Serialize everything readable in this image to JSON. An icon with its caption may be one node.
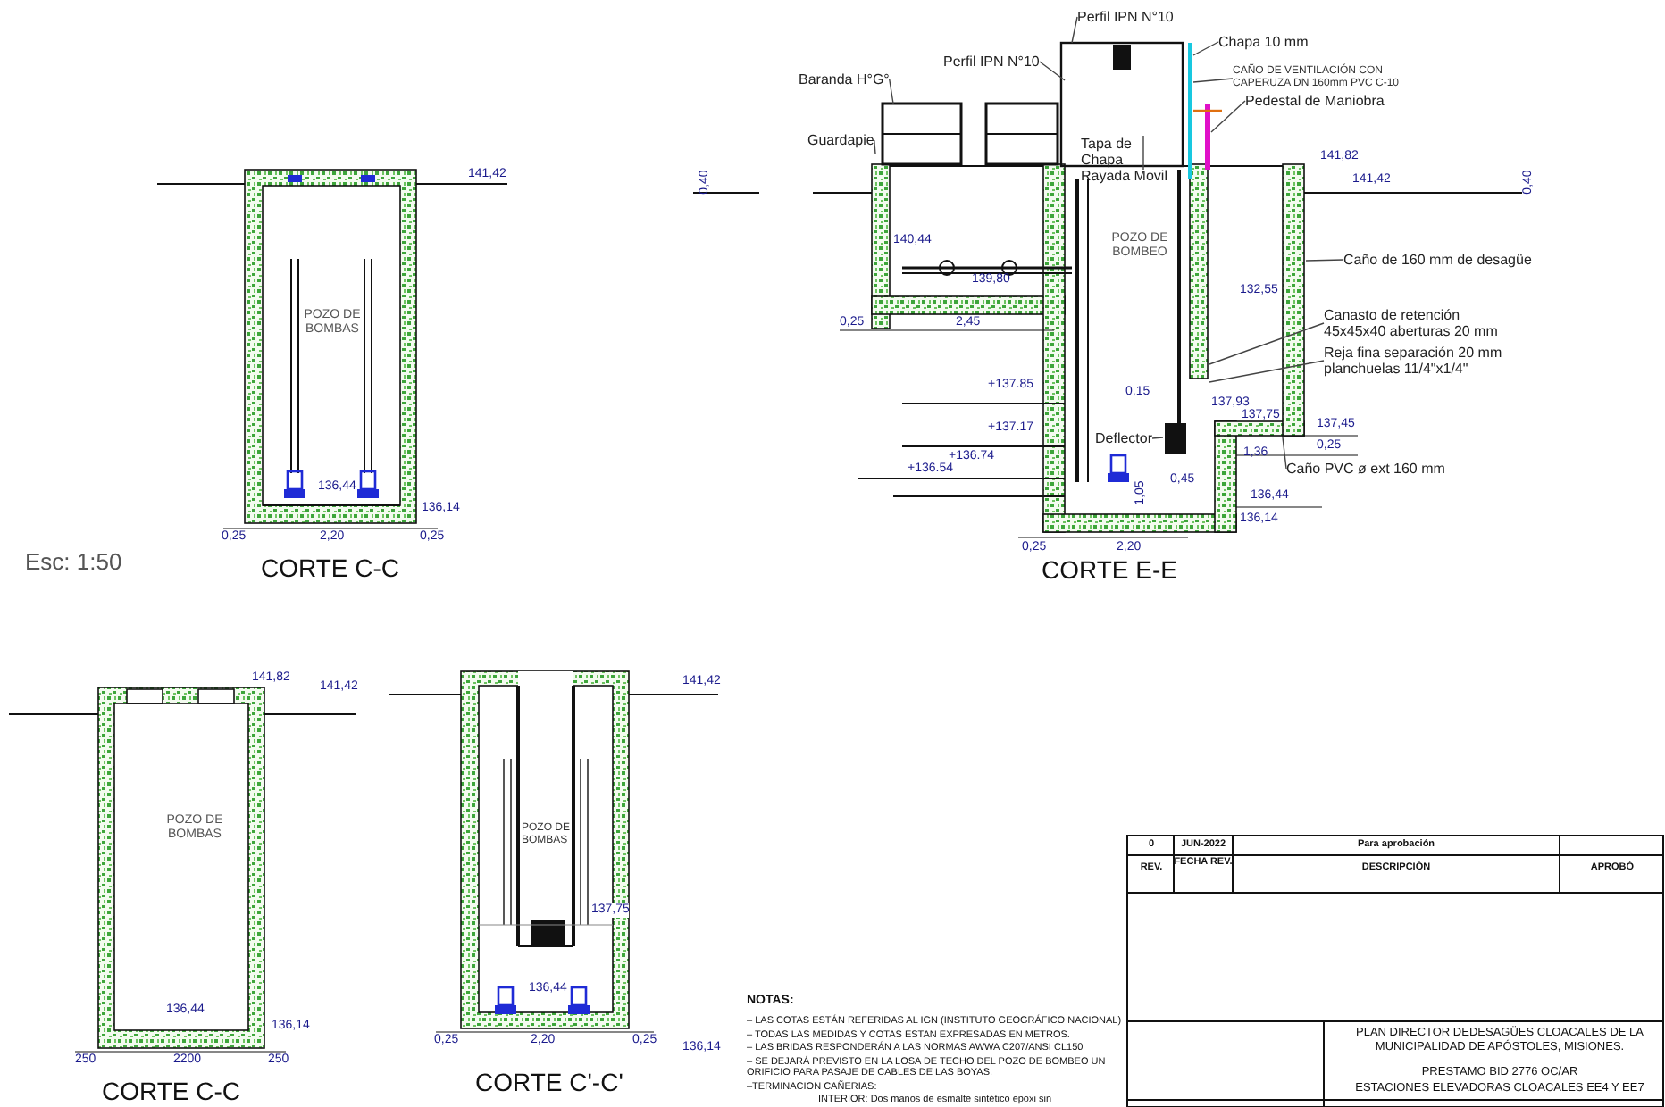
{
  "diagram": {
    "nodes": [
      {
        "text": [
          "Baranda H°G°"
        ]
      },
      {
        "text": [
          "Guardapie"
        ]
      },
      {
        "text": [
          "Perfil IPN N°10"
        ]
      },
      {
        "text": [
          "Perfil IPN N°10"
        ]
      },
      {
        "text": [
          "Chapa 10 mm"
        ]
      },
      {
        "text": [
          "CAÑO DE VENTILACIÓN CON CAPERUZA DN 160mm PVC C-10"
        ]
      },
      {
        "text": [
          "Pedestal de Maniobra"
        ]
      },
      {
        "text": [
          "Tapa de Chapa Rayada Movil"
        ]
      },
      {
        "text": [
          "Caño de 160 mm de desagüe"
        ]
      },
      {
        "text": [
          "Canasto de retención 45x45x40 aberturas 20 mm"
        ]
      },
      {
        "text": [
          "Reja fina separación 20 mm planchuelas 11/4\"x1/4\""
        ]
      },
      {
        "text": [
          "Deflector"
        ]
      },
      {
        "text": [
          "Caño PVC ø ext 160 mm"
        ]
      }
    ],
    "edges": [
      {
        "from": 0,
        "to": null,
        "arrow": "none"
      },
      {
        "from": 1,
        "to": null,
        "arrow": "none"
      },
      {
        "from": 2,
        "to": null,
        "arrow": "none"
      },
      {
        "from": 3,
        "to": null,
        "arrow": "none"
      },
      {
        "from": 4,
        "to": null,
        "arrow": "none"
      },
      {
        "from": 5,
        "to": null,
        "arrow": "none"
      },
      {
        "from": 6,
        "to": null,
        "arrow": "none"
      },
      {
        "from": 7,
        "to": null,
        "arrow": "none"
      },
      {
        "from": 8,
        "to": null,
        "arrow": "none"
      },
      {
        "from": 9,
        "to": null,
        "arrow": "none"
      },
      {
        "from": 10,
        "to": null,
        "arrow": "none"
      },
      {
        "from": 11,
        "to": null,
        "arrow": "none"
      },
      {
        "from": 12,
        "to": null,
        "arrow": "none"
      }
    ],
    "labels": [
      "141,82",
      "141,42",
      "0,40",
      "0,40",
      "140,44",
      "139,80",
      "POZO DE BOMBEO",
      "0,25",
      "2,45",
      "132,55",
      "+137.85",
      "+137.17",
      "+136.74",
      "+136.54",
      "0,15",
      "137,93",
      "137,75",
      "137,45",
      "1,05",
      "0,45",
      "1,36",
      "0,25",
      "136,44",
      "136,14",
      "0,25",
      "2,20",
      "CORTE E-E",
      "141,42",
      "POZO DE BOMBAS",
      "136,44",
      "136,14",
      "0,25",
      "2,20",
      "0,25",
      "Esc: 1:50",
      "CORTE C-C",
      "141,82",
      "141,42",
      "POZO DE BOMBAS",
      "136,44",
      "136,14",
      "250",
      "2200",
      "250",
      "CORTE C-C",
      "141,42",
      "POZO DE BOMBAS",
      "137,75",
      "136,44",
      "136,14",
      "0,25",
      "2,20",
      "0,25",
      "CORTE C'-C'",
      "NOTAS:",
      "– LAS COTAS ESTÁN REFERIDAS AL IGN (INSTITUTO GEOGRÁFICO NACIONAL)",
      "– TODAS LAS MEDIDAS Y COTAS ESTAN EXPRESADAS EN METROS.",
      "– LAS BRIDAS RESPONDERÁN A LAS NORMAS AWWA C207/ANSI CL150",
      "– SE DEJARÁ PREVISTO EN LA LOSA DE TECHO DEL POZO DE BOMBEO UN ORIFICIO PARA PASAJE DE CABLES DE LAS BOYAS.",
      "–TERMINACION CAÑERIAS:",
      "INTERIOR: Dos manos de esmalte sintético epoxi sin",
      "0",
      "JUN-2022",
      "Para aprobación",
      "REV.",
      "FECHA REV.",
      "DESCRIPCIÓN",
      "APROBÓ",
      "PLAN DIRECTOR DEDESAGÜES CLOACALES DE LA MUNICIPALIDAD DE APÓSTOLES, MISIONES.",
      "PRESTAMO BID 2776 OC/AR",
      "ESTACIONES ELEVADORAS CLOACALES EE4 Y EE7"
    ]
  }
}
